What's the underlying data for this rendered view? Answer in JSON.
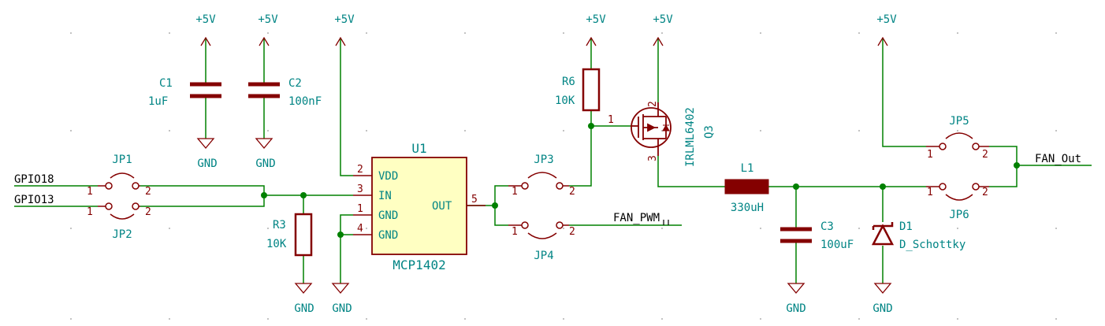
{
  "colors": {
    "wire": "#008000",
    "symbol": "#840000",
    "label": "#008484",
    "pin": "#840000",
    "text": "#000000",
    "junction": "#008000",
    "background": "#ffffff",
    "grid_dot": "#b0b0b0"
  },
  "power": {
    "plus5v": "+5V",
    "gnd": "GND"
  },
  "nets": {
    "gpio18": "GPIO18",
    "gpio13": "GPIO13",
    "fan_pwm": "FAN_PWM",
    "fan_out": "FAN_Out"
  },
  "components": {
    "c1": {
      "ref": "C1",
      "value": "1uF"
    },
    "c2": {
      "ref": "C2",
      "value": "100nF"
    },
    "c3": {
      "ref": "C3",
      "value": "100uF"
    },
    "r3": {
      "ref": "R3",
      "value": "10K"
    },
    "r6": {
      "ref": "R6",
      "value": "10K"
    },
    "l1": {
      "ref": "L1",
      "value": "330uH"
    },
    "d1": {
      "ref": "D1",
      "value": "D_Schottky"
    },
    "q3": {
      "ref": "Q3",
      "value": "IRLML6402"
    },
    "u1": {
      "ref": "U1",
      "value": "MCP1402",
      "pins": [
        {
          "num": "2",
          "name": "VDD"
        },
        {
          "num": "3",
          "name": "IN"
        },
        {
          "num": "1",
          "name": "GND"
        },
        {
          "num": "4",
          "name": "GND"
        },
        {
          "num": "5",
          "name": "OUT"
        }
      ]
    },
    "jp1": {
      "ref": "JP1"
    },
    "jp2": {
      "ref": "JP2"
    },
    "jp3": {
      "ref": "JP3"
    },
    "jp4": {
      "ref": "JP4"
    },
    "jp5": {
      "ref": "JP5"
    },
    "jp6": {
      "ref": "JP6"
    }
  },
  "pin_numbers": {
    "one": "1",
    "two": "2",
    "three": "3"
  }
}
